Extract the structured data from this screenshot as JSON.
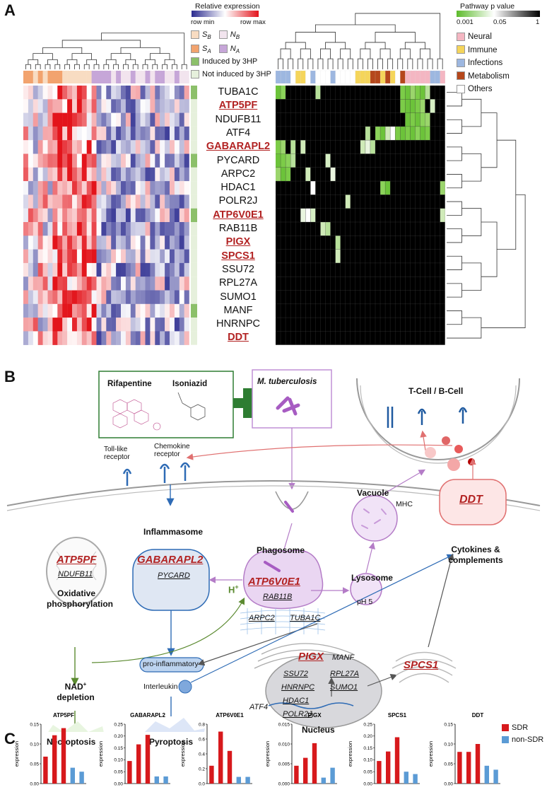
{
  "panels": {
    "a": "A",
    "b": "B",
    "c": "C"
  },
  "heatmap_legend": {
    "title": "Relative expression",
    "min": "row min",
    "max": "row max"
  },
  "sample_legend": {
    "sb": "S",
    "sb_sub": "B",
    "nb": "N",
    "nb_sub": "B",
    "sa": "S",
    "sa_sub": "A",
    "na": "N",
    "na_sub": "A",
    "induced": "Induced by 3HP",
    "not_induced": "Not induced by 3HP"
  },
  "pathway_legend": {
    "title": "Pathway p value",
    "ticks": [
      "0.001",
      "0.05",
      "1"
    ],
    "categories": [
      {
        "label": "Neural",
        "color": "#f4b6c2"
      },
      {
        "label": "Immune",
        "color": "#f5d55a"
      },
      {
        "label": "Infections",
        "color": "#9db7e0"
      },
      {
        "label": "Metabolism",
        "color": "#b5471b"
      },
      {
        "label": "Others",
        "color": "#ffffff"
      }
    ]
  },
  "genes": [
    {
      "name": "TUBA1C",
      "hl": false
    },
    {
      "name": "ATP5PF",
      "hl": true
    },
    {
      "name": "NDUFB11",
      "hl": false
    },
    {
      "name": "ATF4",
      "hl": false
    },
    {
      "name": "GABARAPL2",
      "hl": true
    },
    {
      "name": "PYCARD",
      "hl": false
    },
    {
      "name": "ARPC2",
      "hl": false
    },
    {
      "name": "HDAC1",
      "hl": false
    },
    {
      "name": "POLR2J",
      "hl": false
    },
    {
      "name": "ATP6V0E1",
      "hl": true
    },
    {
      "name": "RAB11B",
      "hl": false
    },
    {
      "name": "PIGX",
      "hl": true
    },
    {
      "name": "SPCS1",
      "hl": true
    },
    {
      "name": "SSU72",
      "hl": false
    },
    {
      "name": "RPL27A",
      "hl": false
    },
    {
      "name": "SUMO1",
      "hl": false
    },
    {
      "name": "MANF",
      "hl": false
    },
    {
      "name": "HNRNPC",
      "hl": false
    },
    {
      "name": "DDT",
      "hl": true
    }
  ],
  "diagram": {
    "drugs": [
      "Rifapentine",
      "Isoniazid"
    ],
    "pathogen": "M. tuberculosis",
    "tcell": "T-Cell / B-Cell",
    "tlr": "Toll-like\nreceptor",
    "tlr1": "Toll-like",
    "tlr2": "receptor",
    "chemo1": "Chemokine",
    "chemo2": "receptor",
    "atp5pf": "ATP5PF",
    "ndufb11": "NDUFB11",
    "oxphos1": "Oxidative",
    "oxphos2": "phosphorylation",
    "nad1": "NAD",
    "nad_sup": "+",
    "nad2": "depletion",
    "necroptosis": "Necroptosis",
    "inflammasome": "Inflammasome",
    "gabarapl2": "GABARAPL2",
    "pycard": "PYCARD",
    "phagosome": "Phagosome",
    "atp6v0e1": "ATP6V0E1",
    "rab11b": "RAB11B",
    "hplus": "H",
    "hplus_sup": "+",
    "arpc2": "ARPC2",
    "tuba1c": "TUBA1C",
    "vacuole": "Vacuole",
    "mhc": "MHC",
    "lysosome": "Lysosome",
    "ph5": "pH 5",
    "ddt": "DDT",
    "cytokines1": "Cytokines &",
    "cytokines2": "complements",
    "proinflam": "pro-inflammatory",
    "interleukin": "Interleukin",
    "pyroptosis": "Pyroptosis",
    "pigx": "PIGX",
    "manf": "MANF",
    "ssu72": "SSU72",
    "rpl27a": "RPL27A",
    "hnrnpc": "HNRNPC",
    "sumo1": "SUMO1",
    "hdac1": "HDAC1",
    "atf4": "ATF4",
    "polr2j": "POLR2J",
    "nucleus": "Nucleus",
    "spcs1": "SPCS1"
  },
  "bar_legend": {
    "sdr": "SDR",
    "nonsdr": "non-SDR",
    "sdr_color": "#d7191c",
    "nonsdr_color": "#5b9bd5"
  },
  "chart_data": [
    {
      "type": "bar",
      "title": "ATP5PF",
      "ylabel": "expression",
      "ylim": [
        0,
        0.15
      ],
      "ticks": [
        "0.00",
        "0.05",
        "0.10",
        "0.15"
      ],
      "sdr": [
        0.068,
        0.122,
        0.14
      ],
      "nonsdr": [
        0.04,
        0.03
      ]
    },
    {
      "type": "bar",
      "title": "GABARAPL2",
      "ylabel": "expression",
      "ylim": [
        0,
        0.25
      ],
      "ticks": [
        "0.00",
        "0.05",
        "0.10",
        "0.15",
        "0.20",
        "0.25"
      ],
      "sdr": [
        0.095,
        0.165,
        0.205
      ],
      "nonsdr": [
        0.03,
        0.03
      ]
    },
    {
      "type": "bar",
      "title": "ATP6V0E1",
      "ylabel": "expression",
      "ylim": [
        0,
        0.8
      ],
      "ticks": [
        "0.0",
        "0.2",
        "0.4",
        "0.6",
        "0.8"
      ],
      "sdr": [
        0.24,
        0.7,
        0.44
      ],
      "nonsdr": [
        0.09,
        0.09
      ]
    },
    {
      "type": "bar",
      "title": "PIGX",
      "ylabel": "expression",
      "ylim": [
        0,
        0.015
      ],
      "ticks": [
        "0.000",
        "0.005",
        "0.010",
        "0.015"
      ],
      "sdr": [
        0.0045,
        0.0065,
        0.0102
      ],
      "nonsdr": [
        0.0015,
        0.004
      ]
    },
    {
      "type": "bar",
      "title": "SPCS1",
      "ylabel": "expression",
      "ylim": [
        0,
        0.25
      ],
      "ticks": [
        "0.00",
        "0.05",
        "0.10",
        "0.15",
        "0.20",
        "0.25"
      ],
      "sdr": [
        0.095,
        0.135,
        0.195
      ],
      "nonsdr": [
        0.05,
        0.04
      ]
    },
    {
      "type": "bar",
      "title": "DDT",
      "ylabel": "expression",
      "ylim": [
        0,
        0.15
      ],
      "ticks": [
        "0.00",
        "0.05",
        "0.10",
        "0.15"
      ],
      "sdr": [
        0.08,
        0.08,
        0.1
      ],
      "nonsdr": [
        0.045,
        0.035
      ]
    }
  ]
}
